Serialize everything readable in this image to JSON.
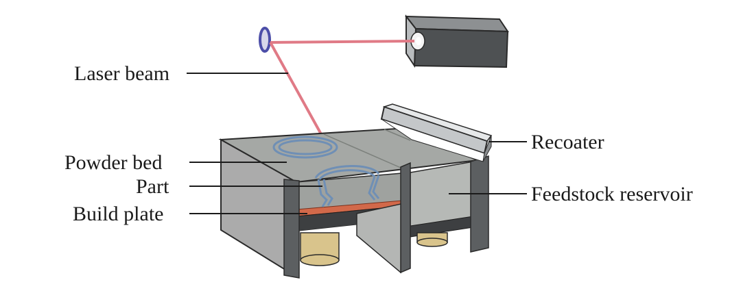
{
  "labels": {
    "laser_beam": "Laser beam",
    "powder_bed": "Powder bed",
    "part": "Part",
    "build_plate": "Build plate",
    "recoater": "Recoater",
    "feedstock_reservoir": "Feedstock reservoir"
  },
  "colors": {
    "laser": "#e07a86",
    "powder": "#a7aaa7",
    "wall_front": "#5c5f61",
    "wall_dark": "#3f4244",
    "build_plate": "#d2694a",
    "piston": "#d9c48c",
    "part_outline": "#6f8fb5",
    "mirror": "#4c4ea8"
  }
}
